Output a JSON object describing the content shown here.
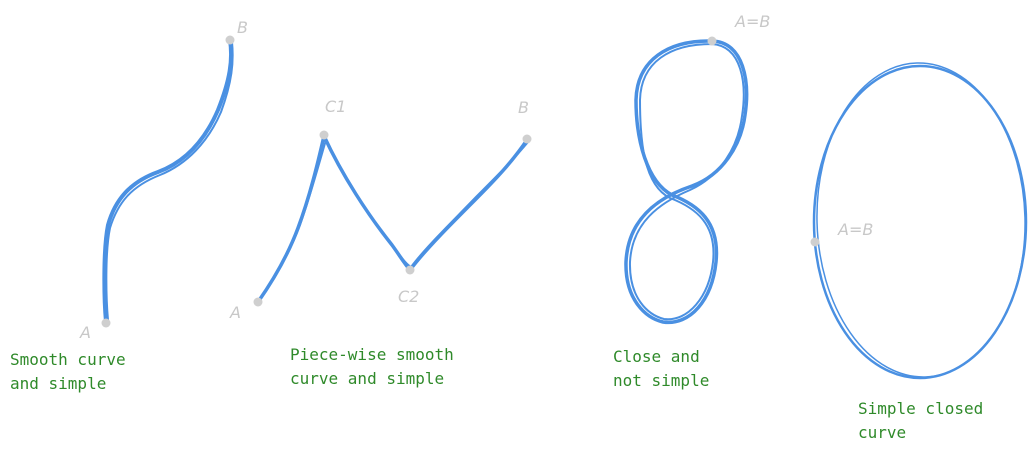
{
  "figures": [
    {
      "id": "smooth",
      "caption": [
        "Smooth curve",
        "and simple"
      ],
      "points": [
        {
          "label": "A"
        },
        {
          "label": "B"
        }
      ]
    },
    {
      "id": "piecewise",
      "caption": [
        "Piece-wise smooth",
        "curve and simple"
      ],
      "points": [
        {
          "label": "A"
        },
        {
          "label": "C1"
        },
        {
          "label": "C2"
        },
        {
          "label": "B"
        }
      ]
    },
    {
      "id": "figure-eight",
      "caption": [
        "Close and",
        "not simple"
      ],
      "points": [
        {
          "label": "A=B"
        }
      ]
    },
    {
      "id": "ellipse",
      "caption": [
        "Simple closed",
        "curve"
      ],
      "points": [
        {
          "label": "A=B"
        }
      ]
    }
  ],
  "colors": {
    "curve": "#4a90e2",
    "point": "#cfcfcf",
    "point_label": "#c8c8c8",
    "caption": "#2f8a2a"
  }
}
